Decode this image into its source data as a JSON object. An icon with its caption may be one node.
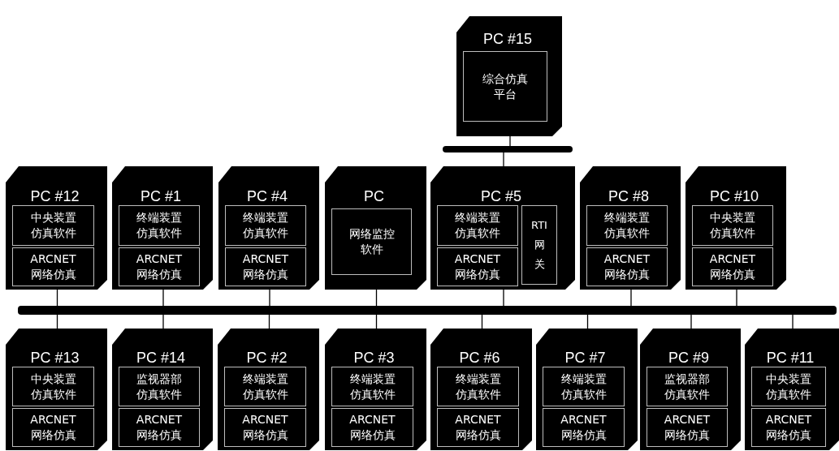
{
  "diagram": {
    "nodes": [
      {
        "text": [
          "PC #15"
        ]
      },
      {
        "text": [
          "综合仿真平台"
        ],
        "in": 0
      },
      {
        "text": [],
        "shape": "bar"
      },
      {
        "text": [
          "PC #12"
        ]
      },
      {
        "text": [
          "中央装置仿真软件"
        ],
        "in": 3
      },
      {
        "text": [
          "ARCNET 网络仿真"
        ],
        "in": 3
      },
      {
        "text": [
          "PC #1"
        ]
      },
      {
        "text": [
          "终端装置仿真软件"
        ],
        "in": 6
      },
      {
        "text": [
          "ARCNET 网络仿真"
        ],
        "in": 6
      },
      {
        "text": [
          "PC #4"
        ]
      },
      {
        "text": [
          "终端装置仿真软件"
        ],
        "in": 9
      },
      {
        "text": [
          "ARCNET 网络仿真"
        ],
        "in": 9
      },
      {
        "text": [
          "PC"
        ]
      },
      {
        "text": [
          "网络监控软件"
        ],
        "in": 12
      },
      {
        "text": [
          "PC #5"
        ]
      },
      {
        "text": [
          "终端装置仿真软件"
        ],
        "in": 14
      },
      {
        "text": [
          "ARCNET 网络仿真"
        ],
        "in": 14
      },
      {
        "text": [
          "RTI 网关"
        ],
        "in": 14
      },
      {
        "text": [
          "PC #8"
        ]
      },
      {
        "text": [
          "终端装置仿真软件"
        ],
        "in": 18
      },
      {
        "text": [
          "ARCNET 网络仿真"
        ],
        "in": 18
      },
      {
        "text": [
          "PC #10"
        ]
      },
      {
        "text": [
          "中央装置仿真软件"
        ],
        "in": 21
      },
      {
        "text": [
          "ARCNET 网络仿真"
        ],
        "in": 21
      },
      {
        "text": [],
        "shape": "bar"
      },
      {
        "text": [
          "PC #13"
        ]
      },
      {
        "text": [
          "中央装置仿真软件"
        ],
        "in": 25
      },
      {
        "text": [
          "ARCNET 网络仿真"
        ],
        "in": 25
      },
      {
        "text": [
          "PC #14"
        ]
      },
      {
        "text": [
          "监视器部仿真软件"
        ],
        "in": 28
      },
      {
        "text": [
          "ARCNET 网络仿真"
        ],
        "in": 28
      },
      {
        "text": [
          "PC #2"
        ]
      },
      {
        "text": [
          "终端装置仿真软件"
        ],
        "in": 31
      },
      {
        "text": [
          "ARCNET 网络仿真"
        ],
        "in": 31
      },
      {
        "text": [
          "PC #3"
        ]
      },
      {
        "text": [
          "终端装置仿真软件"
        ],
        "in": 34
      },
      {
        "text": [
          "ARCNET 网络仿真"
        ],
        "in": 34
      },
      {
        "text": [
          "PC #6"
        ]
      },
      {
        "text": [
          "终端装置仿真软件"
        ],
        "in": 37
      },
      {
        "text": [
          "ARCNET 网络仿真"
        ],
        "in": 37
      },
      {
        "text": [
          "PC #7"
        ]
      },
      {
        "text": [
          "终端装置仿真软件"
        ],
        "in": 40
      },
      {
        "text": [
          "ARCNET 网络仿真"
        ],
        "in": 40
      },
      {
        "text": [
          "PC #9"
        ]
      },
      {
        "text": [
          "监视器部仿真软件"
        ],
        "in": 43
      },
      {
        "text": [
          "ARCNET 网络仿真"
        ],
        "in": 43
      },
      {
        "text": [
          "PC #11"
        ]
      },
      {
        "text": [
          "中央装置仿真软件"
        ],
        "in": 46
      },
      {
        "text": [
          "ARCNET 网络仿真"
        ],
        "in": 46
      }
    ],
    "edges": [
      {
        "from": 0,
        "to": 2,
        "arrow": "none"
      },
      {
        "from": 2,
        "to": 14,
        "arrow": "none"
      },
      {
        "from": 3,
        "to": 24,
        "arrow": "none"
      },
      {
        "from": 6,
        "to": 24,
        "arrow": "none"
      },
      {
        "from": 9,
        "to": 24,
        "arrow": "none"
      },
      {
        "from": 12,
        "to": 24,
        "arrow": "none"
      },
      {
        "from": 14,
        "to": 24,
        "arrow": "none"
      },
      {
        "from": 18,
        "to": 24,
        "arrow": "none"
      },
      {
        "from": 21,
        "to": 24,
        "arrow": "none"
      },
      {
        "from": 24,
        "to": 25,
        "arrow": "none"
      },
      {
        "from": 24,
        "to": 28,
        "arrow": "none"
      },
      {
        "from": 24,
        "to": 31,
        "arrow": "none"
      },
      {
        "from": 24,
        "to": 34,
        "arrow": "none"
      },
      {
        "from": 24,
        "to": 37,
        "arrow": "none"
      },
      {
        "from": 24,
        "to": 40,
        "arrow": "none"
      },
      {
        "from": 24,
        "to": 43,
        "arrow": "none"
      },
      {
        "from": 24,
        "to": 46,
        "arrow": "none"
      }
    ]
  }
}
